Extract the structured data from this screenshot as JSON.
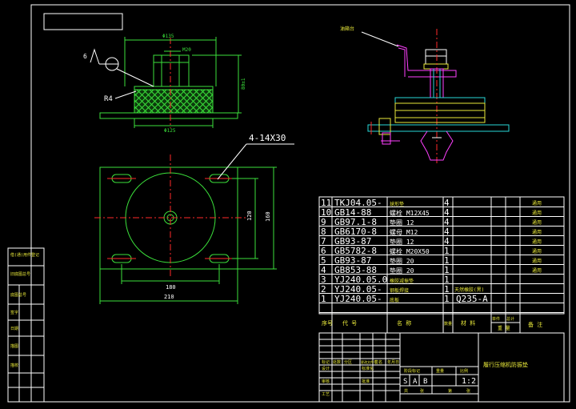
{
  "top_view": {
    "dim_135": "Φ135",
    "dim_m20": "M20",
    "dim_125": "Φ125",
    "dim_height": "80±1",
    "label_6": "6",
    "label_r4": "R4"
  },
  "plan_view": {
    "holes": "4-14X30",
    "dim_180": "180",
    "dim_210": "210",
    "dim_120": "120",
    "dim_160": "160"
  },
  "assembly": {
    "label": "油箱台"
  },
  "bom": {
    "rows": [
      {
        "no": "11",
        "code": "TKJ04.05-",
        "name": "球形垫",
        "qty": "4",
        "material": "",
        "note": "通用"
      },
      {
        "no": "10",
        "code": "GB14-88",
        "name": "螺栓 M12X45",
        "qty": "4",
        "material": "",
        "note": "通用"
      },
      {
        "no": "9",
        "code": "GB97.1-8",
        "name": "垫圈 12",
        "qty": "4",
        "material": "",
        "note": "通用"
      },
      {
        "no": "8",
        "code": "GB6170-8",
        "name": "螺母 M12",
        "qty": "4",
        "material": "",
        "note": "通用"
      },
      {
        "no": "7",
        "code": "GB93-87",
        "name": "垫圈 12",
        "qty": "4",
        "material": "",
        "note": "通用"
      },
      {
        "no": "6",
        "code": "GB5782-8",
        "name": "螺栓 M20X50",
        "qty": "1",
        "material": "",
        "note": "通用"
      },
      {
        "no": "5",
        "code": "GB93-87",
        "name": "垫圈 20",
        "qty": "1",
        "material": "",
        "note": "通用"
      },
      {
        "no": "4",
        "code": "GB853-88",
        "name": "垫圈 20",
        "qty": "1",
        "material": "",
        "note": "通用"
      },
      {
        "no": "3",
        "code": "YJ240.05.0",
        "name": "橡胶减振垫",
        "qty": "1",
        "material": "",
        "note": ""
      },
      {
        "no": "2",
        "code": "YJ240.05-",
        "name": "钢板焊接",
        "qty": "1",
        "material": "天然橡胶(黑)",
        "note": ""
      },
      {
        "no": "1",
        "code": "YJ240.05-",
        "name": "底板",
        "qty": "1",
        "material": "Q235-A",
        "note": ""
      }
    ],
    "header": {
      "no": "序号",
      "code": "代  号",
      "name": "名  称",
      "qty": "数量",
      "material": "材 料",
      "unit_weight": "单件",
      "total_weight": "总计",
      "weight": "重 量",
      "note": "备 注"
    }
  },
  "title_block": {
    "title": "履行压缩机防振垫",
    "scale": "1:2",
    "stage_marks": [
      "S",
      "A",
      "B"
    ],
    "left_labels": [
      "标记",
      "设计",
      "审核",
      "工艺"
    ],
    "mid_labels": [
      "处数",
      "分区",
      "更改文件号",
      "签名",
      "年月日"
    ],
    "bottom_labels": [
      "共",
      "张",
      "第",
      "张"
    ],
    "stage_label": "阶段标记",
    "weight_label": "重量",
    "scale_label": "比例",
    "std_label": "标准化",
    "approve_label": "批准"
  },
  "side_strip": {
    "labels": [
      "借(通)用件登记",
      "旧底图总号",
      "底图总号",
      "签字",
      "日期",
      "描图",
      "描校"
    ]
  }
}
